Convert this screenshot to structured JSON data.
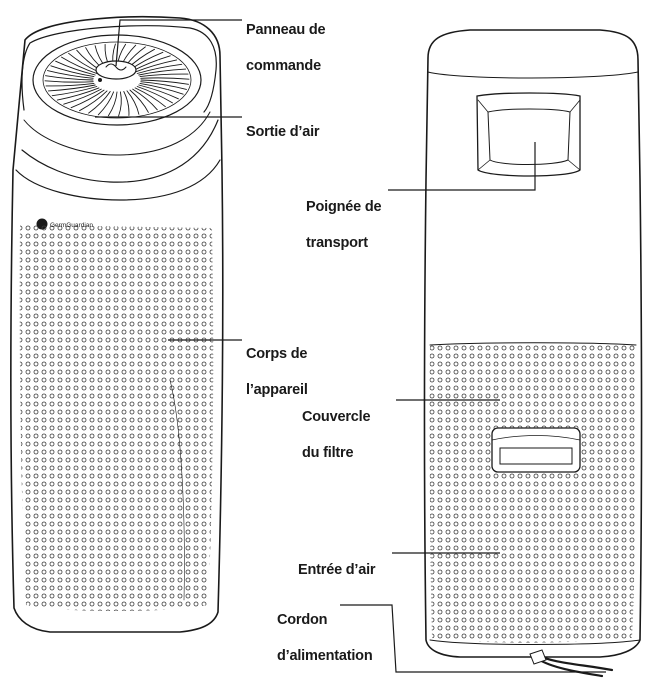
{
  "brand": {
    "logo_text": "GermGuardian"
  },
  "labels": {
    "control_panel": [
      "Panneau de",
      "commande"
    ],
    "air_outlet": [
      "Sortie d’air"
    ],
    "body": [
      "Corps de",
      "l’appareil"
    ],
    "handle": [
      "Poignée de",
      "transport"
    ],
    "filter_cover": [
      "Couvercle",
      "du filtre"
    ],
    "air_inlet": [
      "Entrée d’air"
    ],
    "power_cord": [
      "Cordon",
      "d’alimentation"
    ]
  },
  "colors": {
    "ink": "#1a1a1a",
    "background": "#ffffff"
  }
}
